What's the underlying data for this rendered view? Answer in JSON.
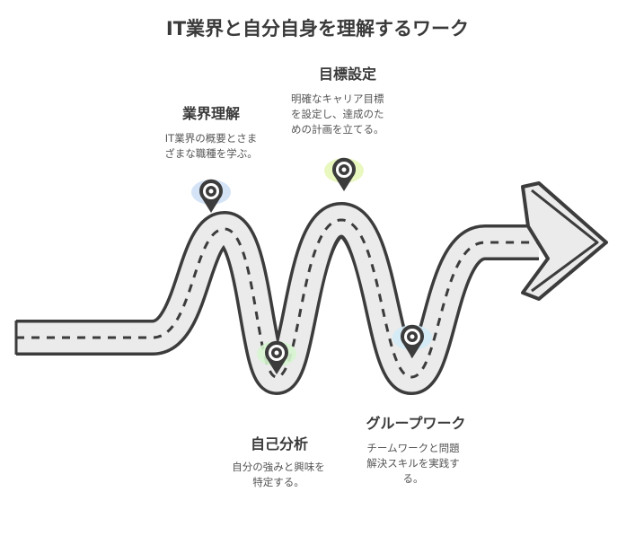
{
  "title": "IT業界と自分自身を理解するワーク",
  "steps": [
    {
      "heading": "業界理解",
      "desc_lines": [
        "IT業界の概要とさま",
        "ざまな職種を学ぶ。"
      ]
    },
    {
      "heading": "自己分析",
      "desc_lines": [
        "自分の強みと興味を",
        "特定する。"
      ]
    },
    {
      "heading": "目標設定",
      "desc_lines": [
        "明確なキャリア目標",
        "を設定し、達成のた",
        "めの計画を立てる。"
      ]
    },
    {
      "heading": "グループワーク",
      "desc_lines": [
        "チームワークと問題",
        "解決スキルを実践す",
        "る。"
      ]
    }
  ],
  "colors": {
    "road": "#ebebeb",
    "road_border": "#3c3c3c",
    "pin_blue": "#cfe0f5",
    "pin_green": "#d6f5cf",
    "pin_lime": "#e6f7b8",
    "pin_sky": "#d3ebf7"
  }
}
